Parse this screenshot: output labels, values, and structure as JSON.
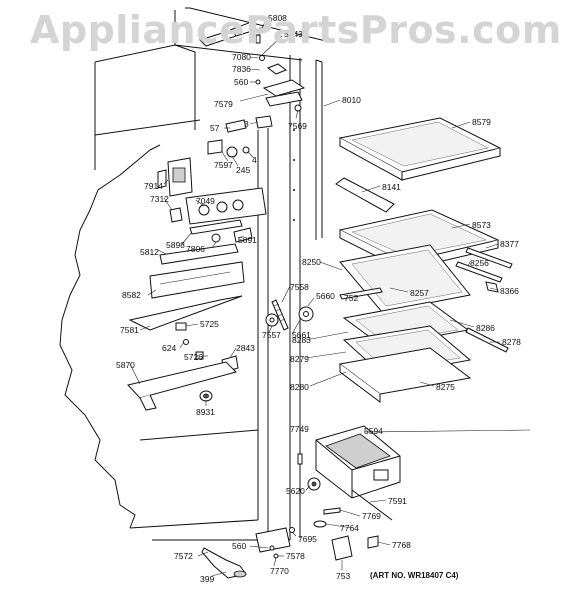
{
  "watermark": "AppliancePartsPros.com",
  "art_number": "(ART NO. WR18407 C4)",
  "part_labels": {
    "p5808": "5808",
    "p5843": "5843",
    "p7080": "7080",
    "p7836": "7836",
    "p560a": "560",
    "p7579": "7579",
    "p7569": "7569",
    "p8010": "8010",
    "p8579": "8579",
    "p57": "57",
    "p3": "3",
    "p4": "4",
    "p7597": "7597",
    "p245": "245",
    "p7914": "7914",
    "p7312": "7312",
    "p7049": "7049",
    "p5898": "5898",
    "p7806": "7806",
    "p5891": "5891",
    "p8141": "8141",
    "p8573": "8573",
    "p8377": "8377",
    "p8256": "8256",
    "p5812": "5812",
    "p8250": "8250",
    "p7558": "7558",
    "p5660": "5660",
    "p752": "752",
    "p8257": "8257",
    "p8366": "8366",
    "p8582": "8582",
    "p5725": "5725",
    "p7557": "7557",
    "p5661": "5661",
    "p8283": "8283",
    "p8286": "8286",
    "p8278": "8278",
    "p7581": "7581",
    "p624": "624",
    "p2843": "2843",
    "p5726": "5726",
    "p8279": "8279",
    "p8280": "8280",
    "p8275": "8275",
    "p5870": "5870",
    "p8931": "8931",
    "p7749": "7749",
    "p5594": "5594",
    "p5620": "5620",
    "p7591": "7591",
    "p7769": "7769",
    "p7764": "7764",
    "p7695": "7695",
    "p560b": "560",
    "p7768": "7768",
    "p7572": "7572",
    "p7578": "7578",
    "p7770": "7770",
    "p399": "399",
    "p753": "753"
  }
}
